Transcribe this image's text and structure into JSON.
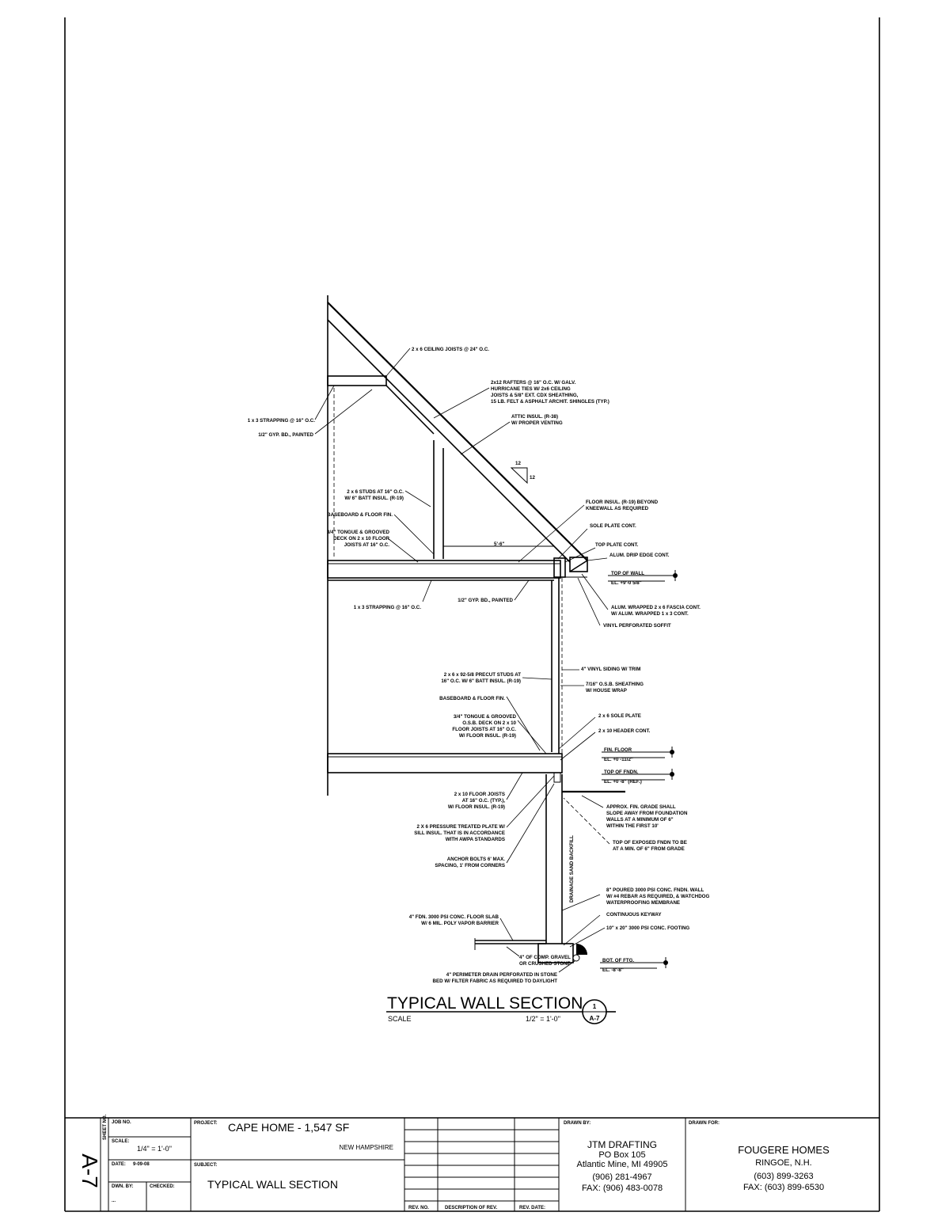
{
  "notes": {
    "n1": "2 x 6 CEILING JOISTS @ 24\" O.C.",
    "n2a": "2x12 RAFTERS @ 16\" O.C. W/ GALV.",
    "n2b": "HURRICANE TIES W/ 2x6 CEILING",
    "n2c": "JOISTS & 5/8\" EXT. CDX SHEATHING,",
    "n2d": "15 LB. FELT & ASPHALT ARCHIT. SHINGLES (TYP.)",
    "n3a": "ATTIC INSUL. (R-38)",
    "n3b": "W/ PROPER VENTING",
    "n4": "1 x 3 STRAPPING @ 16\" O.C.",
    "n5": "1/2\" GYP. BD., PAINTED",
    "pitch_rise": "12",
    "pitch_run": "12",
    "n6a": "2 x 6 STUDS AT 16\" O.C.",
    "n6b": "W/ 6\" BATT INSUL. (R-19)",
    "n7": "BASEBOARD & FLOOR FIN.",
    "n8a": "3/4\" TONGUE & GROOVED",
    "n8b": "DECK ON 2 x 10 FLOOR",
    "n8c": "JOISTS AT 16\" O.C.",
    "dim_kneewall": "5'-6\"",
    "n9a": "FLOOR INSUL. (R-19) BEYOND",
    "n9b": "KNEEWALL AS REQUIRED",
    "n10": "SOLE PLATE CONT.",
    "n11": "TOP PLATE CONT.",
    "n12": "ALUM. DRIP EDGE CONT.",
    "el1_title": "TOP OF WALL",
    "el1_val": "EL. +9'-0 5/8\"",
    "n13": "1 x 3 STRAPPING @ 16\" O.C.",
    "n14": "1/2\" GYP. BD., PAINTED",
    "n15a": "ALUM. WRAPPED 2 x 6 FASCIA CONT.",
    "n15b": "W/ ALUM. WRAPPED 1 x 3 CONT.",
    "n16": "VINYL PERFORATED SOFFIT",
    "n17": "4\" VINYL SIDING W/ TRIM",
    "n18a": "2 x 6 x 92-5/8 PRECUT STUDS AT",
    "n18b": "16\" O.C. W/ 6\" BATT INSUL. (R-19)",
    "n19a": "7/16\" O.S.B. SHEATHING",
    "n19b": "W/ HOUSE WRAP",
    "n20": "BASEBOARD & FLOOR FIN.",
    "n21": "2 x 6 SOLE PLATE",
    "n22a": "3/4\" TONGUE & GROOVED",
    "n22b": "O.S.B. DECK ON 2 x 10",
    "n22c": "FLOOR JOISTS AT 16\" O.C.",
    "n22d": "W/ FLOOR INSUL. (R-19)",
    "n23": "2 x 10 HEADER CONT.",
    "el2_title": "FIN. FLOOR",
    "el2_val": "EL. +0 -11/2\"",
    "el3_title": "TOP OF FNDN.",
    "el3_val": "EL. +0 -8\" (REF.)",
    "n24a": "2 x 10 FLOOR JOISTS",
    "n24b": "AT 16\" O.C. (TYP.),",
    "n24c": "W/ FLOOR INSUL. (R-19)",
    "n25a": "APPROX. FIN. GRADE SHALL",
    "n25b": "SLOPE AWAY FROM FOUNDATION",
    "n25c": "WALLS AT A MINIMUM OF 6\"",
    "n25d": "WITHIN THE FIRST 10'",
    "n26a": "2 X 6 PRESSURE TREATED PLATE W/",
    "n26b": "SILL INSUL. THAT IS IN ACCORDANCE",
    "n26c": "WITH AWPA STANDARDS",
    "n27a": "TOP OF EXPOSED FNDN TO BE",
    "n27b": "AT A MIN. OF 6\" FROM GRADE",
    "n28a": "ANCHOR BOLTS 6' MAX.",
    "n28b": "SPACING, 1' FROM CORNERS",
    "backfill": "DRAINAGE SAND BACKFILL",
    "n29a": "8\" POURED 3000 PSI CONC. FNDN. WALL",
    "n29b": "W/ #4 REBAR AS REQUIRED, & WATCHDOG",
    "n29c": "WATERPROOFING MEMBRANE",
    "n30": "CONTINUOUS KEYWAY",
    "n31a": "4\" FDN. 3000 PSI CONC. FLOOR SLAB",
    "n31b": "W/ 6 MIL. POLY VAPOR BARRIER",
    "n32": "10\" x 20\" 3000 PSI CONC. FOOTING",
    "n33a": "4\" OF COMP. GRAVEL",
    "n33b": "OR CRUSHED STONE",
    "el4_title": "BOT. OF FTG.",
    "el4_val": "EL. -8'-8\"",
    "n34a": "4\" PERIMETER DRAIN PERFORATED IN STONE",
    "n34b": "BED W/ FILTER FABRIC AS REQUIRED TO DAYLIGHT"
  },
  "section_title": {
    "title": "TYPICAL WALL SECTION",
    "scale_label": "SCALE",
    "scale_value": "1/2\" = 1'-0\"",
    "bubble_num": "1",
    "bubble_sheet": "A-7"
  },
  "title_block": {
    "sheet_no": "A-7",
    "sheet_no_label": "SHEET NO.",
    "job_no_label": "JOB NO.",
    "scale_label": "SCALE:",
    "scale_value": "1/4\" = 1'-0\"",
    "date_label": "DATE:",
    "date_value": "9-09-08",
    "dwn_by_label": "DWN. BY:",
    "dwn_by_value": "...",
    "checked_label": "CHECKED:",
    "project_label": "PROJECT:",
    "project_value": "CAPE HOME - 1,547 SF",
    "location": "NEW HAMPSHIRE",
    "subject_label": "SUBJECT:",
    "subject_value": "TYPICAL WALL SECTION",
    "rev_no_label": "REV. NO.",
    "rev_desc_label": "DESCRIPTION OF REV.",
    "rev_date_label": "REV. DATE:",
    "drawn_by_label": "DRAWN BY:",
    "drafter_name": "JTM DRAFTING",
    "drafter_addr1": "PO Box 105",
    "drafter_addr2": "Atlantic Mine, MI 49905",
    "drafter_phone": "(906) 281-4967",
    "drafter_fax": "FAX: (906) 483-0078",
    "drawn_for_label": "DRAWN FOR:",
    "client_name": "FOUGERE HOMES",
    "client_city": "RINGOE, N.H.",
    "client_phone": "(603) 899-3263",
    "client_fax": "FAX: (603) 899-6530"
  }
}
